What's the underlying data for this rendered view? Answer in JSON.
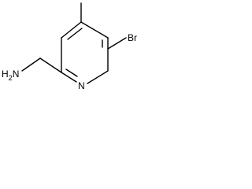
{
  "molecule": {
    "atoms": {
      "bromine": "Br",
      "ring_nitrogen": "N",
      "amine_main": "H",
      "amine_sub": "2",
      "amine_n": "N"
    },
    "colors": {
      "bond": "#000000",
      "label": "#000000",
      "background": "#ffffff"
    }
  }
}
